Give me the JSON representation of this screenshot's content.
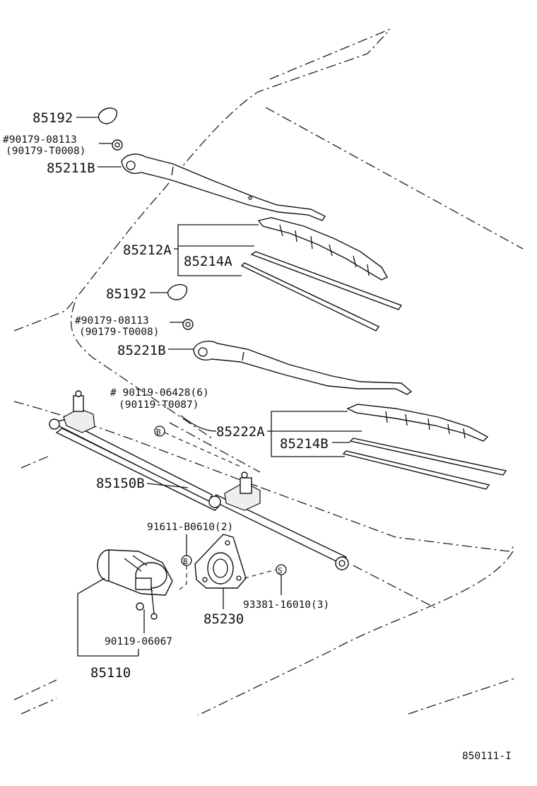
{
  "labels": {
    "p85192_top": "85192",
    "p90179_08113_top": "#90179-08113",
    "p90179_T0008_top": "(90179-T0008)",
    "p85211B": "85211B",
    "p85212A": "85212A",
    "p85214A": "85214A",
    "p85192_mid": "85192",
    "p90179_08113_mid": "#90179-08113",
    "p90179_T0008_mid": "(90179-T0008)",
    "p85221B": "85221B",
    "p90119_06428": "# 90119-06428(6)",
    "p90119_T0087": "(90119-T0087)",
    "p85222A": "85222A",
    "p85214B": "85214B",
    "p85150B": "85150B",
    "p91611_B0610": "91611-B0610(2)",
    "p93381_16010": "93381-16010(3)",
    "p85230": "85230",
    "p90119_06067": "90119-06067",
    "p85110": "85110",
    "marker_B1": "B",
    "marker_B2": "B",
    "marker_S": "S",
    "figure_code": "850111-I"
  },
  "colors": {
    "line": "#111111",
    "background": "#ffffff"
  }
}
